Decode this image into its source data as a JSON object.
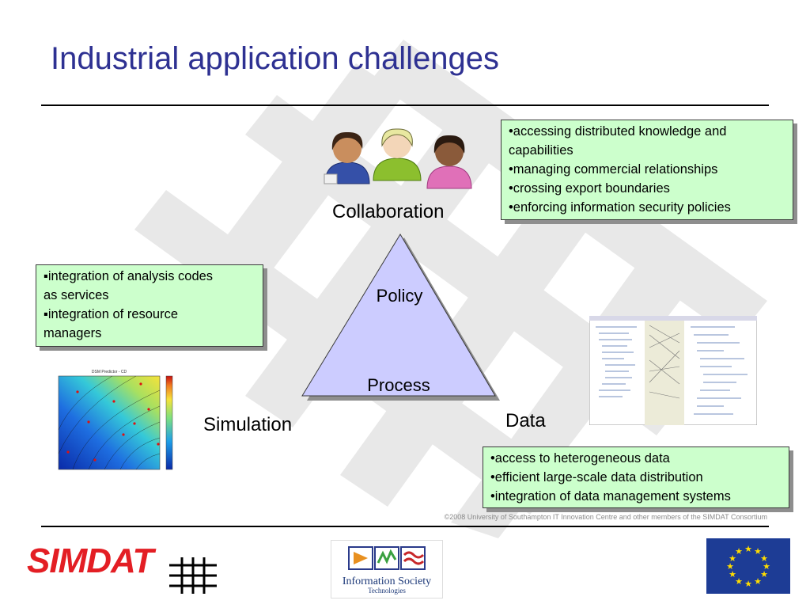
{
  "slide": {
    "title": "Industrial application challenges",
    "copyright": "©2008 University of Southampton IT Innovation Centre and other members of the SIMDAT Consortium"
  },
  "nodes": {
    "collaboration": "Collaboration",
    "simulation": "Simulation",
    "data": "Data"
  },
  "triangle": {
    "top_label": "Policy",
    "bottom_label": "Process",
    "fill_color": "#ccccff"
  },
  "collaboration_box": {
    "bullet": "•",
    "lines": [
      "•accessing distributed knowledge and",
      "capabilities",
      "•managing commercial relationships",
      "•crossing export boundaries",
      "•enforcing  information security policies"
    ]
  },
  "simulation_box": {
    "lines": [
      "▪integration of analysis codes",
      "as services",
      "▪integration of resource",
      "managers"
    ]
  },
  "data_box": {
    "lines": [
      "•access to heterogeneous data",
      "•efficient large-scale data distribution",
      "•integration of data management systems"
    ]
  },
  "simulation_plot": {
    "title": "DSM Predictor - CD"
  },
  "logos": {
    "simdat": "SIMDAT",
    "ist_line1": "Information Society",
    "ist_line2": "Technologies"
  },
  "colors": {
    "title": "#2e3192",
    "box_fill": "#ccffcc",
    "simdat_red": "#e31e24",
    "eu_blue": "#1d3c95",
    "eu_star": "#ffdd00"
  }
}
